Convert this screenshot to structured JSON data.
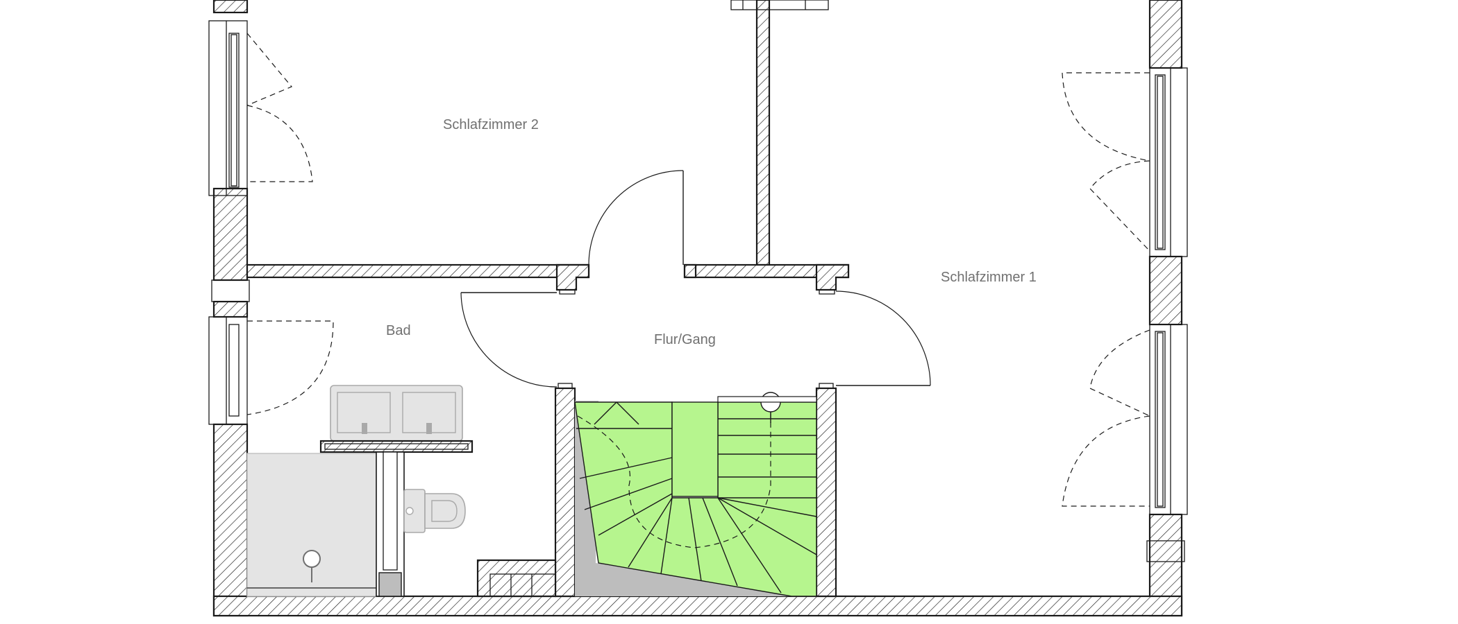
{
  "floor_plan": {
    "rooms": [
      {
        "id": "schlafzimmer-2",
        "label": "Schlafzimmer 2"
      },
      {
        "id": "schlafzimmer-1",
        "label": "Schlafzimmer 1"
      },
      {
        "id": "bad",
        "label": "Bad"
      },
      {
        "id": "flur-gang",
        "label": "Flur/Gang"
      }
    ],
    "colors": {
      "wall_stroke": "#1a1a1a",
      "stair_fill": "#b6f58e",
      "shadow_fill": "#bdbdbd",
      "fixture_fill": "#e4e4e4",
      "label_color": "#707070"
    }
  }
}
